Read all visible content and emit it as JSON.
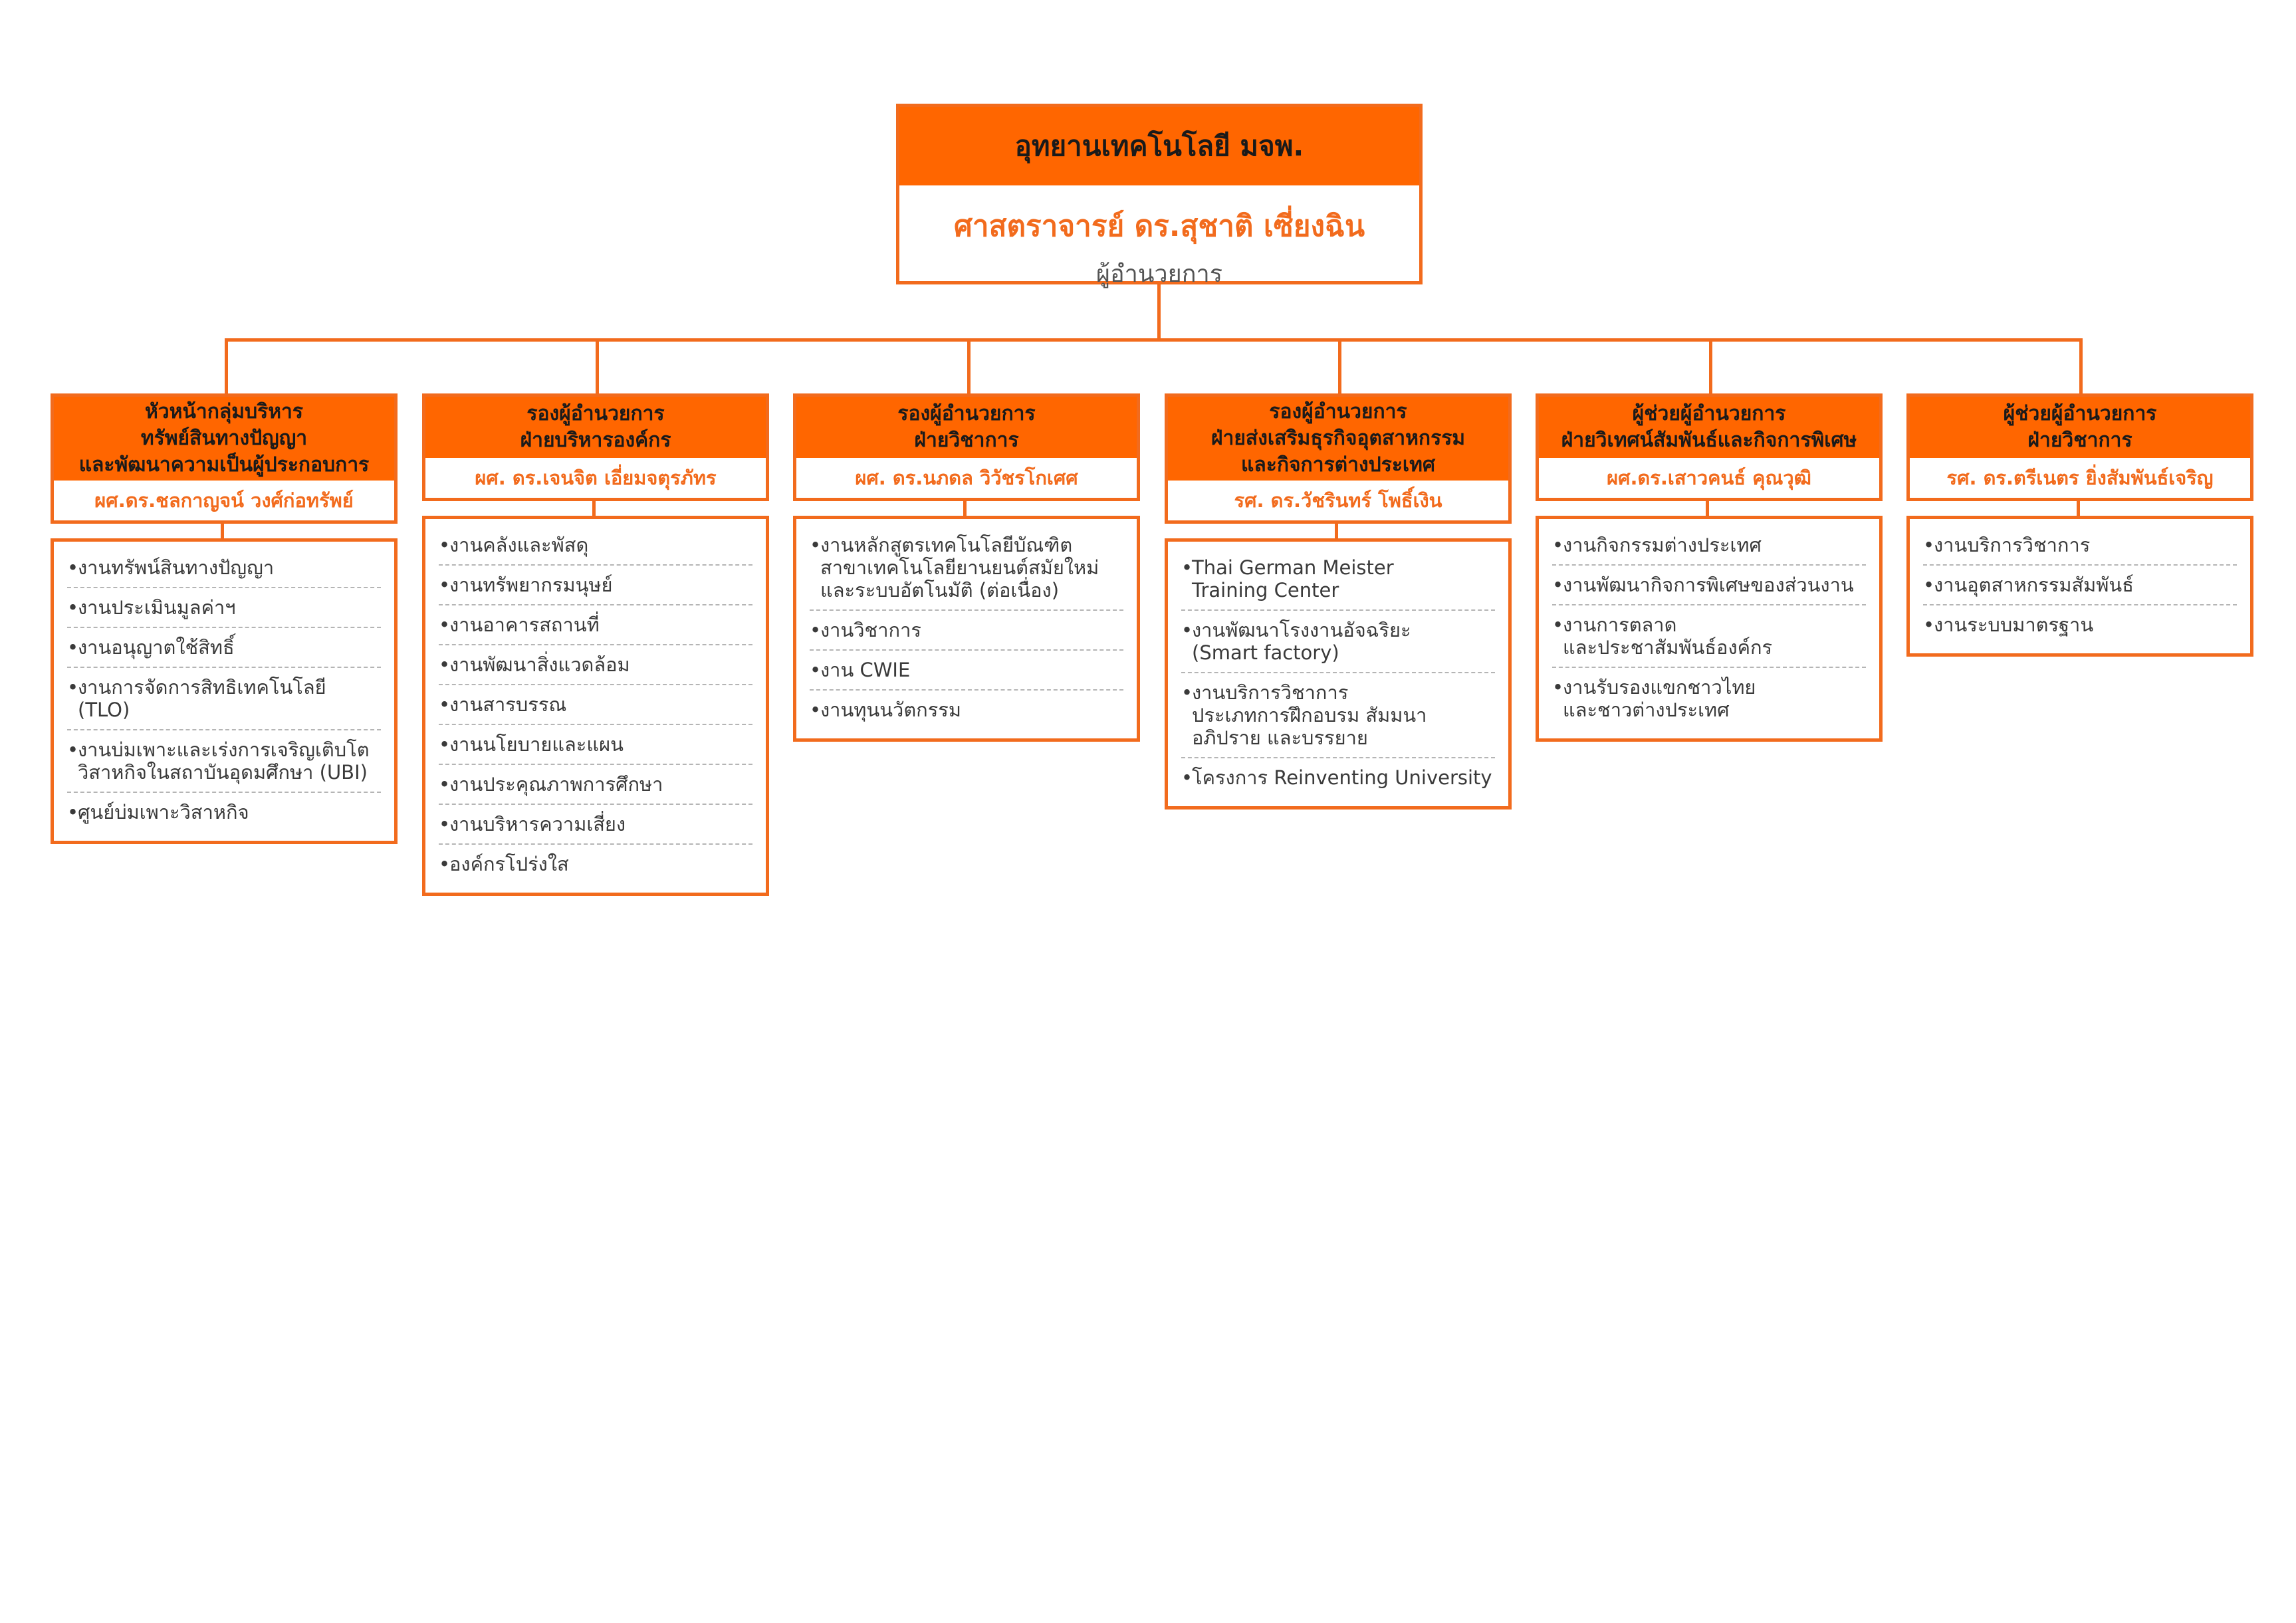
{
  "chart": {
    "title": "อุทยานเทคโนโลยี มจพ.",
    "director_name": "ศาสตราจารย์ ดร.สุชาติ เซี่ยงฉิน",
    "director_role": "ผู้อำนวยการ"
  },
  "accent_color": "#FF6600",
  "columns": [
    {
      "title": "หัวหน้ากลุ่มบริหาร\nทรัพย์สินทางปัญญา\nและพัฒนาความเป็นผู้ประกอบการ",
      "name": "ผศ.ดร.ชลกาญจน์ วงศ์ก่อทรัพย์",
      "items": [
        "งานทรัพน์สินทางปัญญา",
        "งานประเมินมูลค่าฯ",
        "งานอนุญาตใช้สิทธิ์",
        "งานการจัดการสิทธิเทคโนโลยี\n(TLO)",
        "งานบ่มเพาะและเร่งการเจริญเติบโต\nวิสาหกิจในสถาบันอุดมศึกษา (UBI)",
        "ศูนย์บ่มเพาะวิสาหกิจ"
      ]
    },
    {
      "title": "รองผู้อำนวยการ\nฝ่ายบริหารองค์กร",
      "name": "ผศ. ดร.เจนจิต เอี่ยมจตุรภัทร",
      "items": [
        "งานคลังและพัสดุ",
        "งานทรัพยากรมนุษย์",
        "งานอาคารสถานที่",
        "งานพัฒนาสิ่งแวดล้อม",
        "งานสารบรรณ",
        "งานนโยบายและแผน",
        "งานประคุณภาพการศึกษา",
        "งานบริหารความเสี่ยง",
        "องค์กรโปร่งใส"
      ]
    },
    {
      "title": "รองผู้อำนวยการ\nฝ่ายวิชาการ",
      "name": "ผศ. ดร.นภดล วิวัชรโกเศศ",
      "items": [
        "งานหลักสูตรเทคโนโลยีบัณฑิต\nสาขาเทคโนโลยียานยนต์สมัยใหม่\nและระบบอัตโนมัติ (ต่อเนื่อง)",
        "งานวิชาการ",
        "งาน CWIE",
        "งานทุนนวัตกรรม"
      ]
    },
    {
      "title": "รองผู้อำนวยการ\nฝ่ายส่งเสริมธุรกิจอุตสาหกรรม\nและกิจการต่างประเทศ",
      "name": "รศ. ดร.วัชรินทร์ โพธิ์เงิน",
      "items": [
        "Thai German Meister\nTraining Center",
        "งานพัฒนาโรงงานอัจฉริยะ\n(Smart factory)",
        "งานบริการวิชาการ\nประเภทการฝึกอบรม สัมมนา\nอภิปราย และบรรยาย",
        "โครงการ Reinventing University"
      ]
    },
    {
      "title": "ผู้ช่วยผู้อำนวยการ\nฝ่ายวิเทศน์สัมพันธ์และกิจการพิเศษ",
      "name": "ผศ.ดร.เสาวคนธ์ คุณวุฒิ",
      "items": [
        "งานกิจกรรมต่างประเทศ",
        "งานพัฒนากิจการพิเศษของส่วนงาน",
        "งานการตลาด\nและประชาสัมพันธ์องค์กร",
        "งานรับรองแขกชาวไทย\nและชาวต่างประเทศ"
      ]
    },
    {
      "title": "ผู้ช่วยผู้อำนวยการ\nฝ่ายวิชาการ",
      "name": "รศ. ดร.ตรีเนตร ยิ่งสัมพันธ์เจริญ",
      "items": [
        "งานบริการวิชาการ",
        "งานอุตสาหกรรมสัมพันธ์",
        "งานระบบมาตรฐาน"
      ]
    }
  ]
}
